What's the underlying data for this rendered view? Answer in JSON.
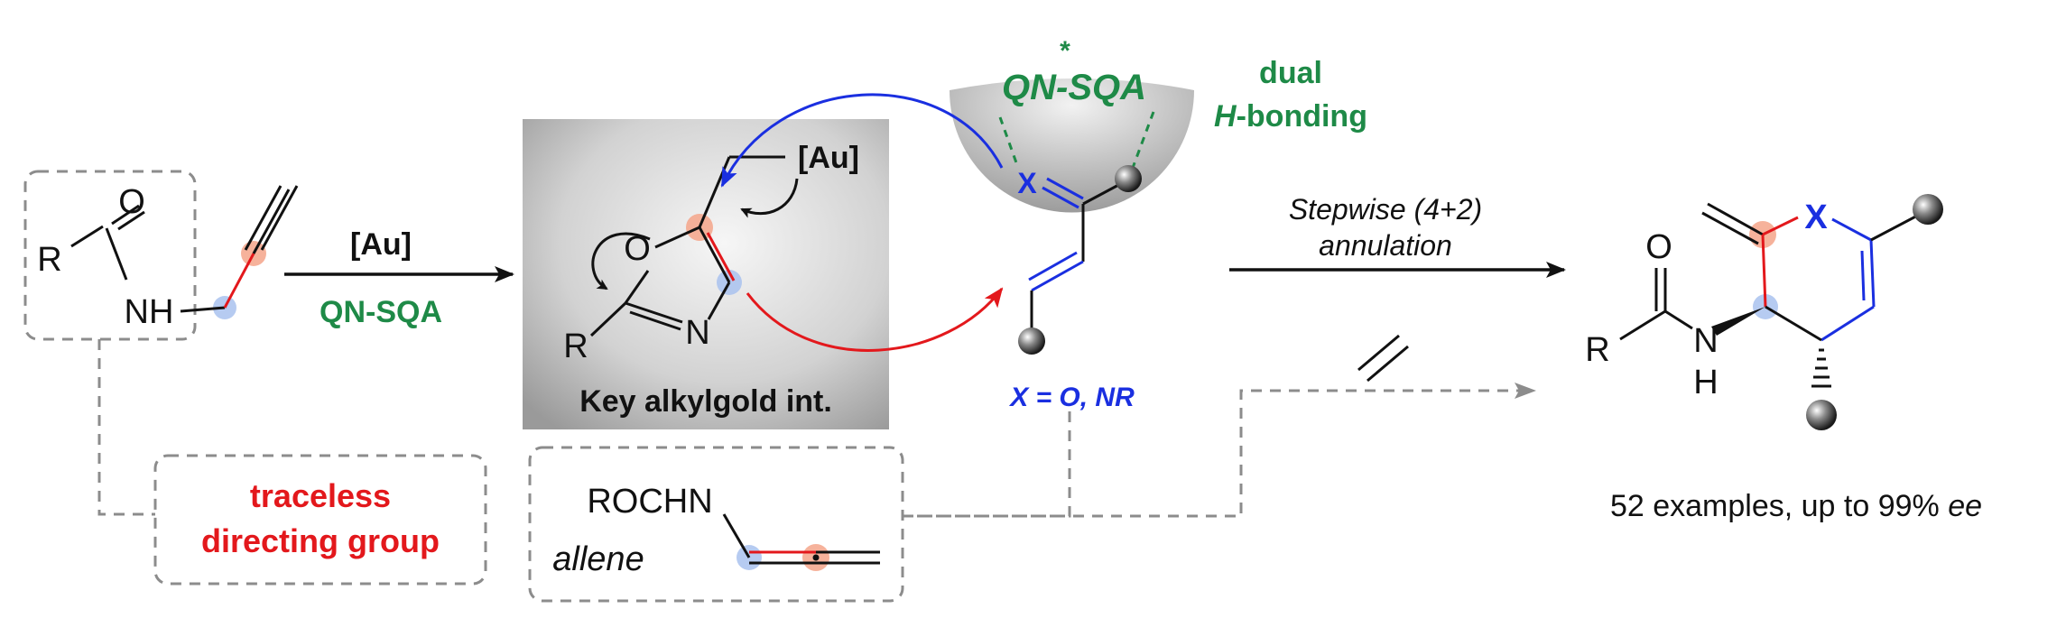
{
  "atoms": {
    "amide_O": "O",
    "amide_R": "R",
    "amide_NH": "NH",
    "oxazole_O": "O",
    "oxazole_N": "N",
    "oxazole_R": "R",
    "diene_X": "X",
    "prod_O": "O",
    "prod_R": "R",
    "prod_N": "N",
    "prod_H": "H",
    "prod_X": "X"
  },
  "labels": {
    "step1_top": "[Au]",
    "step1_bottom": "QN-SQA",
    "gold_label": "[Au]",
    "intermediate_caption": "Key alkylgold int.",
    "catalyst_star": "*",
    "catalyst": "QN-SQA",
    "dual": "dual",
    "h_bonding_H": "H",
    "h_bonding_rest": "-bonding",
    "x_definition": "X = O, NR",
    "step2_line1": "Stepwise (4+2)",
    "step2_line2": "annulation",
    "traceless_line1": "traceless",
    "traceless_line2": "directing group",
    "allene_formula": "ROCHN",
    "allene_word": "allene",
    "result_main": "52 examples, up to 99% ",
    "result_ee": "ee"
  },
  "colors": {
    "green": "#1e8a47",
    "red": "#e3181c",
    "blue": "#1a2fe0",
    "orange_sphere": "#f4a58a",
    "blue_sphere": "#a9c2ef",
    "box_gray": "#c8c8c8"
  }
}
